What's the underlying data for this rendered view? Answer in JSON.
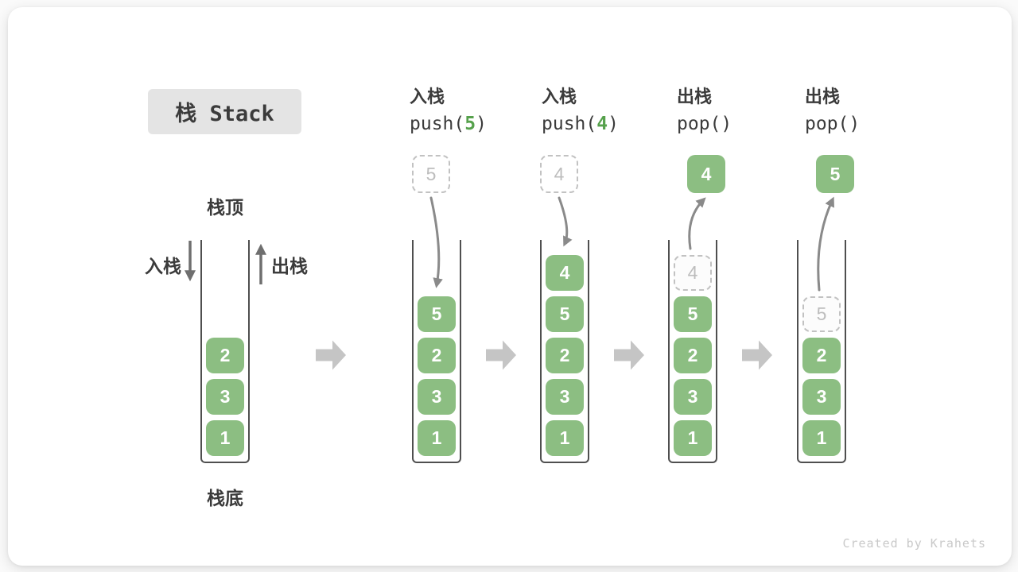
{
  "title": "栈 Stack",
  "watermark": "Created by Krahets",
  "annotations": {
    "stack_top": "栈顶",
    "stack_bottom": "栈底",
    "push_side": "入栈",
    "pop_side": "出栈"
  },
  "operations": [
    {
      "action": "入栈",
      "code": {
        "prefix": "push(",
        "value": "5",
        "suffix": ")"
      }
    },
    {
      "action": "入栈",
      "code": {
        "prefix": "push(",
        "value": "4",
        "suffix": ")"
      }
    },
    {
      "action": "出栈",
      "code": {
        "prefix": "pop(",
        "value": "",
        "suffix": ")"
      }
    },
    {
      "action": "出栈",
      "code": {
        "prefix": "pop(",
        "value": "",
        "suffix": ")"
      }
    }
  ],
  "stacks": [
    {
      "id": "initial",
      "items": [
        {
          "value": "2",
          "ghost": false
        },
        {
          "value": "3",
          "ghost": false
        },
        {
          "value": "1",
          "ghost": false
        }
      ],
      "float_box": null,
      "arrow": null
    },
    {
      "id": "after-push-5",
      "items": [
        {
          "value": "5",
          "ghost": false
        },
        {
          "value": "2",
          "ghost": false
        },
        {
          "value": "3",
          "ghost": false
        },
        {
          "value": "1",
          "ghost": false
        }
      ],
      "float_box": {
        "value": "5",
        "style": "dashed"
      },
      "arrow": "push"
    },
    {
      "id": "after-push-4",
      "items": [
        {
          "value": "4",
          "ghost": false
        },
        {
          "value": "5",
          "ghost": false
        },
        {
          "value": "2",
          "ghost": false
        },
        {
          "value": "3",
          "ghost": false
        },
        {
          "value": "1",
          "ghost": false
        }
      ],
      "float_box": {
        "value": "4",
        "style": "dashed"
      },
      "arrow": "push"
    },
    {
      "id": "after-pop-4",
      "items": [
        {
          "value": "4",
          "ghost": true
        },
        {
          "value": "5",
          "ghost": false
        },
        {
          "value": "2",
          "ghost": false
        },
        {
          "value": "3",
          "ghost": false
        },
        {
          "value": "1",
          "ghost": false
        }
      ],
      "float_box": {
        "value": "4",
        "style": "solid"
      },
      "arrow": "pop"
    },
    {
      "id": "after-pop-5",
      "items": [
        {
          "value": "5",
          "ghost": true
        },
        {
          "value": "2",
          "ghost": false
        },
        {
          "value": "3",
          "ghost": false
        },
        {
          "value": "1",
          "ghost": false
        }
      ],
      "float_box": {
        "value": "5",
        "style": "solid"
      },
      "arrow": "pop"
    }
  ],
  "colors": {
    "box_green": "#8CBE82",
    "box_text": "#FFFFFF",
    "code_value_green": "#56A14C",
    "curved_arrow": "#8A8A8A",
    "side_arrow": "#6F6F6F",
    "block_arrow": "#C5C5C5",
    "ghost_border": "#C2C2C2",
    "ghost_text": "#BDBDBD",
    "text_dark": "#3B3B3B",
    "title_bg": "#E4E4E4",
    "container_border": "#4F4F4F",
    "watermark_gray": "#C9C9C9"
  }
}
